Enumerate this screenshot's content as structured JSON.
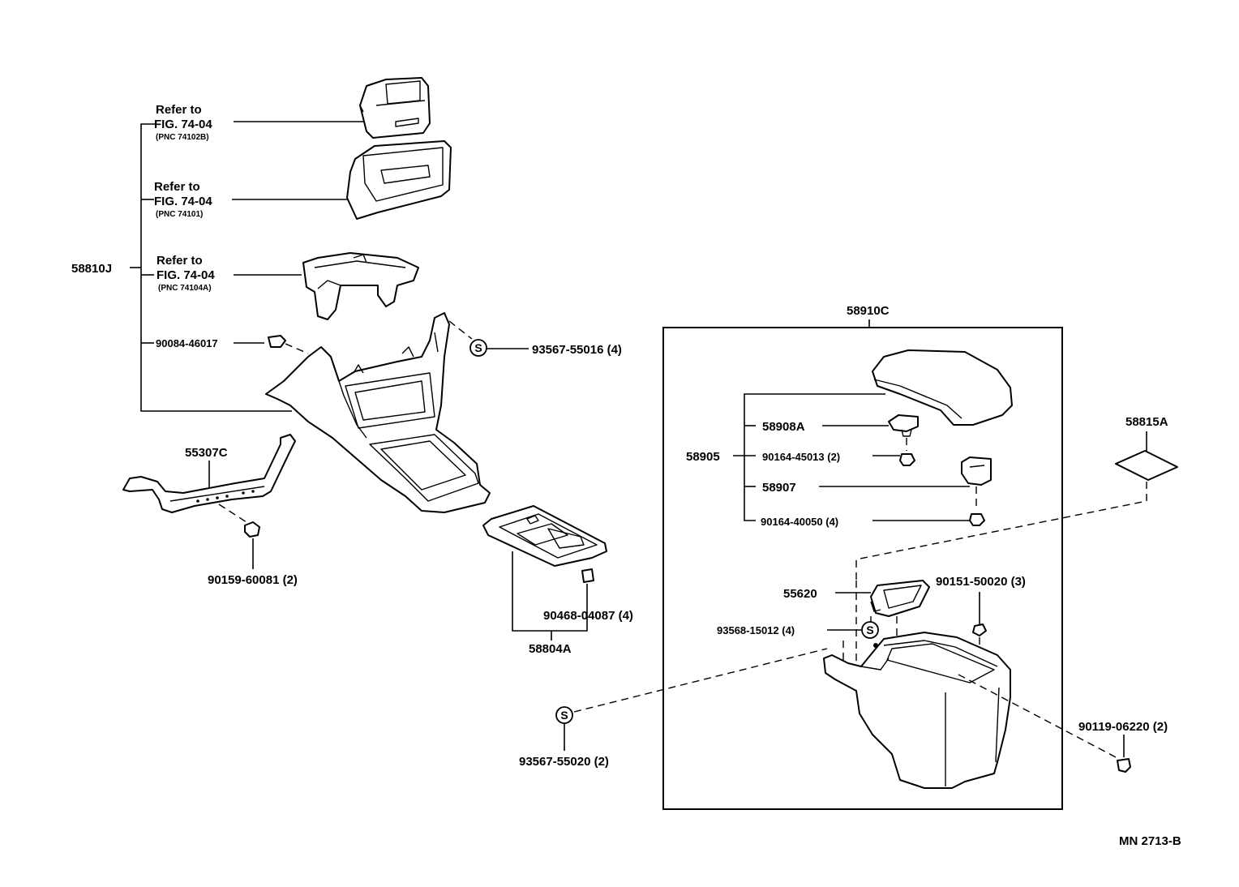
{
  "labels": {
    "refer_1": "Refer to",
    "fig_1": "FIG. 74-04",
    "pnc_1": "(PNC 74102B)",
    "refer_2": "Refer to",
    "fig_2": "FIG. 74-04",
    "pnc_2": "(PNC 74101)",
    "refer_3": "Refer to",
    "fig_3": "FIG. 74-04",
    "pnc_3": "(PNC 74104A)",
    "p58810J": "58810J",
    "p90084": "90084-46017",
    "p93567_55016": "93567-55016 (4)",
    "p55307C": "55307C",
    "p90159": "90159-60081 (2)",
    "p90468": "90468-04087 (4)",
    "p58804A": "58804A",
    "p93567_55020": "93567-55020 (2)",
    "p58910C": "58910C",
    "p58908A": "58908A",
    "p58905": "58905",
    "p90164_45013": "90164-45013 (2)",
    "p58907": "58907",
    "p90164_40050": "90164-40050 (4)",
    "p58815A": "58815A",
    "p55620": "55620",
    "p90151": "90151-50020 (3)",
    "p93568": "93568-15012 (4)",
    "p90119": "90119-06220 (2)",
    "sealer_symbol": "S",
    "drawing_id": "MN  2713-B"
  }
}
